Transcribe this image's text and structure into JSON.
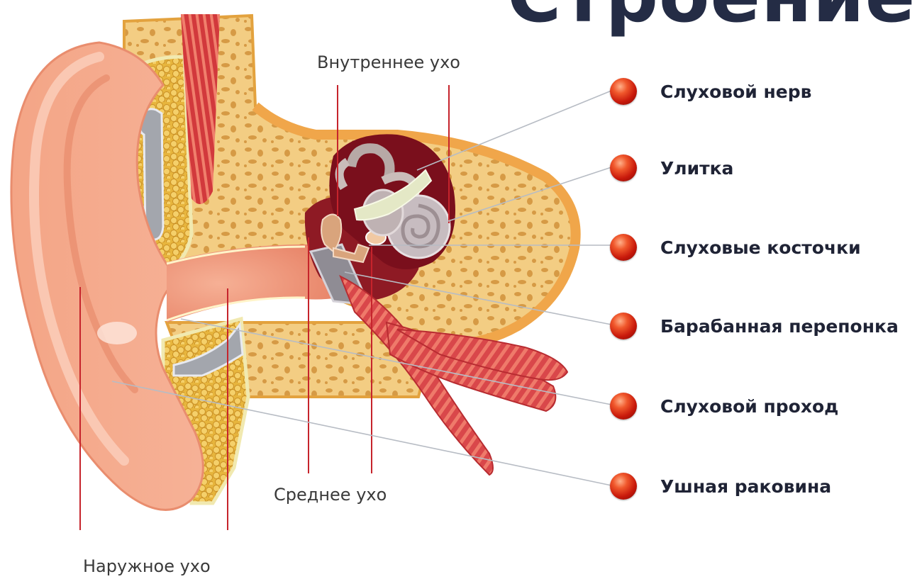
{
  "title": "Строение уха",
  "regions": {
    "inner_ear": "Внутреннее ухо",
    "middle_ear": "Среднее ухо",
    "outer_ear": "Наружное ухо"
  },
  "parts": [
    {
      "label": "Слуховой нерв"
    },
    {
      "label": "Улитка"
    },
    {
      "label": "Слуховые косточки"
    },
    {
      "label": "Барабанная перепонка"
    },
    {
      "label": "Слуховой проход"
    },
    {
      "label": "Ушная раковина"
    }
  ],
  "colors": {
    "title": "#242c45",
    "label": "#1f2335",
    "marker": "#d0200e",
    "leader_line": "#b7bcc4",
    "region_line": "#c6242c",
    "bone": "#f2c46e",
    "skin": "#f7a98a",
    "muscle": "#d9474a"
  }
}
